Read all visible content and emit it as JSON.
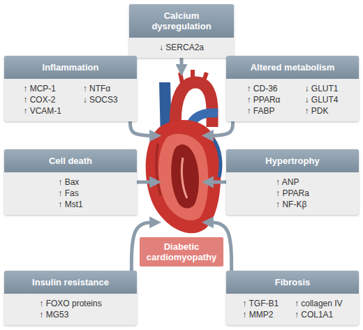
{
  "diagram": {
    "nodes": [
      {
        "text": [
          "Calcium dysregulation",
          "↓ SERCA2a"
        ]
      },
      {
        "text": [
          "Inflammation",
          "↑ MCP-1",
          "↑ COX-2",
          "↑ VCAM-1",
          "↑ NTFα",
          "↓ SOCS3"
        ]
      },
      {
        "text": [
          "Altered metabolism",
          "↑ CD-36",
          "↑ PPARα",
          "↑ FABP",
          "↓ GLUT1",
          "↓ GLUT4",
          "↑ PDK"
        ]
      },
      {
        "text": [
          "Cell death",
          "↑ Bax",
          "↑ Fas",
          "↑ Mst1"
        ]
      },
      {
        "text": [
          "Hypertrophy",
          "↑ ANP",
          "↑ PPARa",
          "↑ NF-Kβ"
        ]
      },
      {
        "text": [
          "Diabetic cardiomyopathy"
        ]
      },
      {
        "text": [
          "Insulin resistance",
          "↑ FOXO proteins",
          "↑ MG53"
        ]
      },
      {
        "text": [
          "Fibrosis",
          "↑ TGF-B1",
          "↑ MMP2",
          "↑ collagen IV",
          "↑ COL1A1"
        ]
      }
    ],
    "edges": [
      {
        "from": 0,
        "to": 5,
        "arrow": "to"
      },
      {
        "from": 1,
        "to": 5,
        "arrow": "to"
      },
      {
        "from": 2,
        "to": 5,
        "arrow": "to"
      },
      {
        "from": 3,
        "to": 5,
        "arrow": "to"
      },
      {
        "from": 4,
        "to": 5,
        "arrow": "to"
      },
      {
        "from": 6,
        "to": 5,
        "arrow": "to"
      },
      {
        "from": 7,
        "to": 5,
        "arrow": "to"
      }
    ]
  }
}
